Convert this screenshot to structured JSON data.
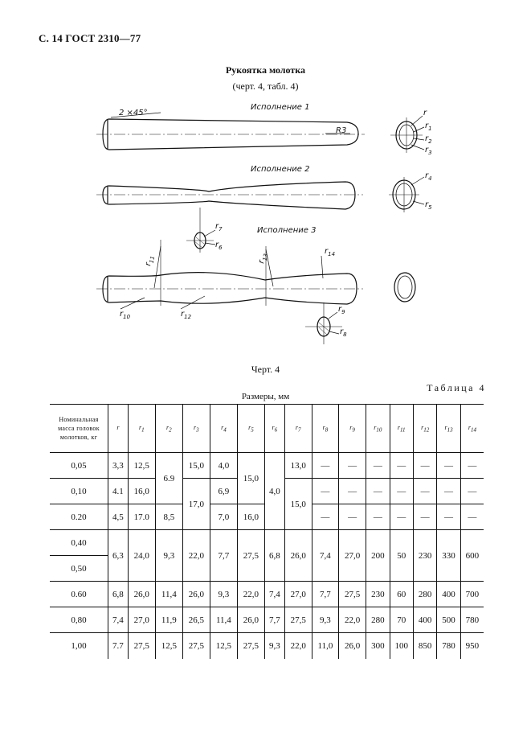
{
  "header": "С. 14 ГОСТ 2310—77",
  "title": "Рукоятка молотка",
  "subtitle": "(черт. 4, табл. 4)",
  "drawing": {
    "chamfer": "2 ×45°",
    "variant1": "Исполнение 1",
    "variant2": "Исполнение 2",
    "variant3": "Исполнение 3",
    "r3_label": "R3",
    "labels": {
      "r": "r",
      "r1": "r",
      "r1_sub": "1",
      "r2": "r",
      "r2_sub": "2",
      "r3": "r",
      "r3_sub": "3",
      "r4": "r",
      "r4_sub": "4",
      "r5": "r",
      "r5_sub": "5",
      "r6": "r",
      "r6_sub": "6",
      "r7": "r",
      "r7_sub": "7",
      "r8": "r",
      "r8_sub": "8",
      "r9": "r",
      "r9_sub": "9",
      "r10": "r",
      "r10_sub": "10",
      "r11": "r",
      "r11_sub": "11",
      "r12": "r",
      "r12_sub": "12",
      "r13": "r",
      "r13_sub": "13",
      "r14": "r",
      "r14_sub": "14"
    }
  },
  "caption": "Черт. 4",
  "table_label": "Таблица 4",
  "table_caption": "Размеры, мм",
  "table": {
    "col0_header": [
      "Номинальная",
      "масса головок",
      "молотков, кг"
    ],
    "col_headers": [
      {
        "base": "r",
        "sub": ""
      },
      {
        "base": "r",
        "sub": "1"
      },
      {
        "base": "r",
        "sub": "2"
      },
      {
        "base": "r",
        "sub": "3"
      },
      {
        "base": "r",
        "sub": "4"
      },
      {
        "base": "r",
        "sub": "5"
      },
      {
        "base": "r",
        "sub": "6"
      },
      {
        "base": "r",
        "sub": "7"
      },
      {
        "base": "r",
        "sub": "8"
      },
      {
        "base": "r",
        "sub": "9"
      },
      {
        "base": "r",
        "sub": "10"
      },
      {
        "base": "r",
        "sub": "11"
      },
      {
        "base": "r",
        "sub": "12"
      },
      {
        "base": "r",
        "sub": "13"
      },
      {
        "base": "r",
        "sub": "14"
      }
    ],
    "rows": {
      "m005": "0,05",
      "m010": "0,10",
      "m020": "0.20",
      "m040": "0,40",
      "m050": "0,50",
      "m060": "0.60",
      "m080": "0,80",
      "m100": "1,00",
      "r_005": "3,3",
      "r_010": "4.1",
      "r_020": "4,5",
      "r1_005": "12,5",
      "r1_010": "16,0",
      "r1_020": "17.0",
      "r2_005_010": "6.9",
      "r2_020": "8,5",
      "r3_005": "15,0",
      "r3_010_020": "17,0",
      "r4_005": "4,0",
      "r4_010": "6,9",
      "r4_020": "7,0",
      "r5_005_010": "15,0",
      "r5_020": "16,0",
      "r6_005_020": "4,0",
      "r7_005": "13,0",
      "r7_010": "15,0",
      "dash": "—",
      "g040": [
        "6,3",
        "24,0",
        "9,3",
        "22,0",
        "7,7",
        "27,5",
        "6,8",
        "26,0",
        "7,4",
        "27,0",
        "200",
        "50",
        "230",
        "330",
        "600"
      ],
      "g060": [
        "6,8",
        "26,0",
        "11,4",
        "26,0",
        "9,3",
        "22,0",
        "7,4",
        "27,0",
        "7,7",
        "27,5",
        "230",
        "60",
        "280",
        "400",
        "700"
      ],
      "g080": [
        "7,4",
        "27,0",
        "11,9",
        "26,5",
        "11,4",
        "26,0",
        "7,7",
        "27,5",
        "9,3",
        "22,0",
        "280",
        "70",
        "400",
        "500",
        "780"
      ],
      "g100": [
        "7.7",
        "27,5",
        "12,5",
        "27,5",
        "12,5",
        "27,5",
        "9,3",
        "22,0",
        "11,0",
        "26,0",
        "300",
        "100",
        "850",
        "780",
        "950"
      ]
    }
  }
}
